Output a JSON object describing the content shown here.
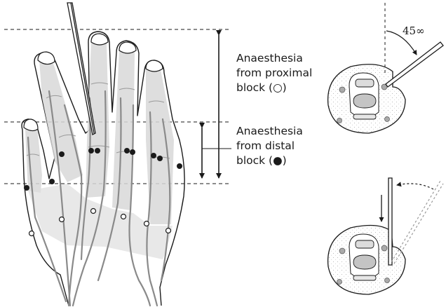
{
  "labels": {
    "proximal": [
      "Anaesthesia",
      "from proximal",
      "block (○)"
    ],
    "distal": [
      "Anaesthesia",
      "from distal",
      "block (●)"
    ],
    "angle": "45∞"
  },
  "colors": {
    "ink": "#1a1a1a",
    "finger_fill": "#d9d9d9",
    "nerve": "#8a8a8a",
    "canal_fill": "#c4c4c4",
    "dots_fill": "#e6e6e6"
  }
}
